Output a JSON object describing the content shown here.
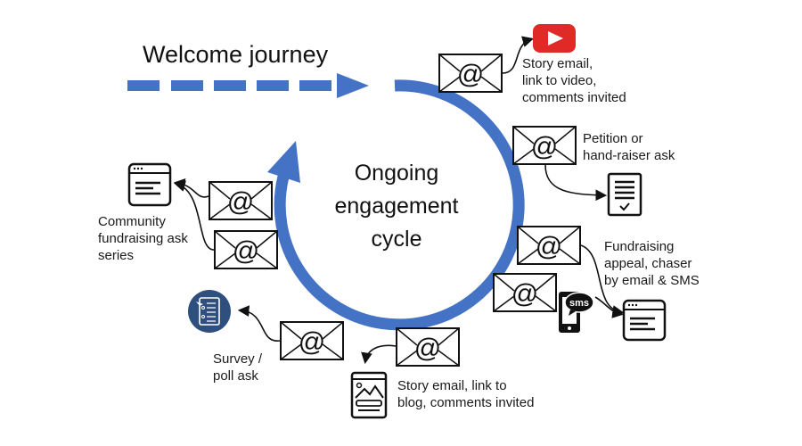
{
  "colors": {
    "accent": "#4472c4",
    "youtube": "#e02a27",
    "survey_badge": "#2f4f7f",
    "ink": "#111111"
  },
  "welcome": {
    "title": "Welcome journey"
  },
  "cycle": {
    "lines": [
      "Ongoing",
      "engagement",
      "cycle"
    ]
  },
  "nodes": [
    {
      "id": "video",
      "lines": [
        "Story email,",
        "link to video,",
        "comments invited"
      ],
      "icon": "youtube-icon"
    },
    {
      "id": "petition",
      "lines": [
        "Petition or",
        "hand-raiser ask"
      ],
      "icon": "form-checklist-icon"
    },
    {
      "id": "fundraising",
      "lines": [
        "Fundraising",
        "appeal, chaser",
        "by email & SMS"
      ],
      "icon": "webpage-icon",
      "extra_icon": "sms-phone-icon",
      "sms_label": "sms"
    },
    {
      "id": "blog",
      "lines": [
        "Story email, link to",
        "blog, comments invited"
      ],
      "icon": "blog-article-icon"
    },
    {
      "id": "survey",
      "lines": [
        "Survey /",
        "poll ask"
      ],
      "icon": "survey-icon"
    },
    {
      "id": "community",
      "lines": [
        "Community",
        "fundraising ask",
        "series"
      ],
      "icon": "webpage-icon"
    }
  ],
  "email_symbol": "@"
}
